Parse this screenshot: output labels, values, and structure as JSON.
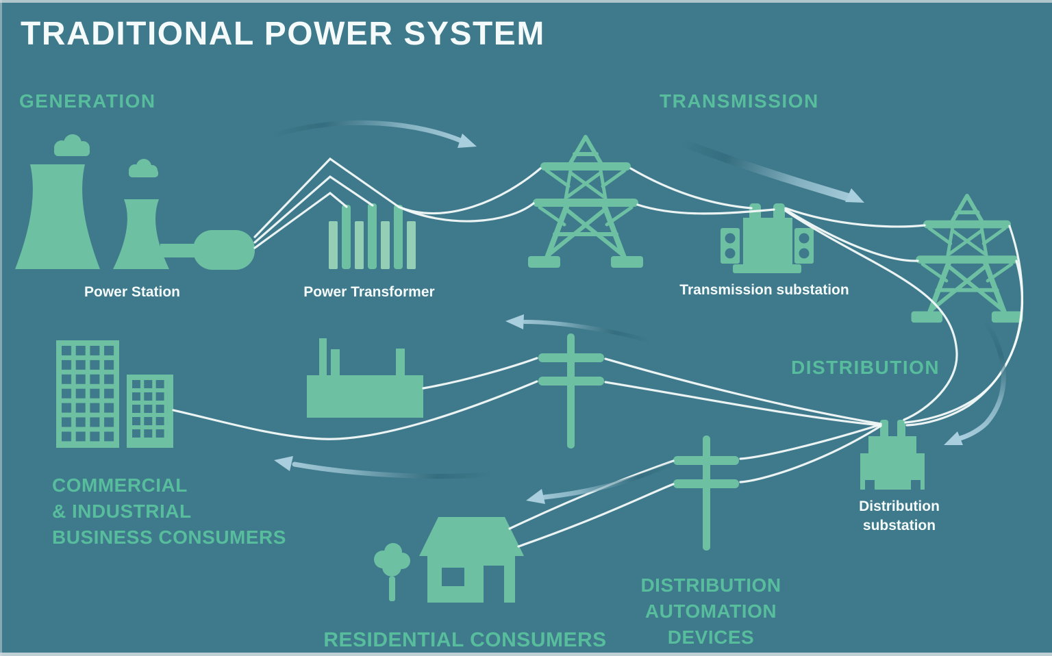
{
  "title": "TRADITIONAL POWER SYSTEM",
  "stages": {
    "generation": {
      "label": "GENERATION"
    },
    "transmission": {
      "label": "TRANSMISSION"
    },
    "distribution": {
      "label": "DISTRIBUTION"
    }
  },
  "nodes": {
    "power_station": {
      "caption": "Power Station",
      "icon": "cooling-towers-generator-icon"
    },
    "power_transformer": {
      "caption": "Power Transformer",
      "icon": "transformer-bars-icon"
    },
    "transmission_substation": {
      "caption": "Transmission substation",
      "icon": "substation-transformer-icon"
    },
    "distribution_substation": {
      "caption_line1": "Distribution",
      "caption_line2": "substation",
      "icon": "distribution-transformer-icon"
    },
    "commercial_consumers": {
      "label_line1": "COMMERCIAL",
      "label_line2": "& INDUSTRIAL",
      "label_line3": "BUSINESS CONSUMERS",
      "icon": "office-buildings-icon"
    },
    "residential_consumers": {
      "label": "RESIDENTIAL CONSUMERS",
      "icon": "house-and-tree-icon"
    },
    "distribution_automation": {
      "label_line1": "DISTRIBUTION",
      "label_line2": "AUTOMATION",
      "label_line3": "DEVICES",
      "icon": "utility-poles-icon"
    }
  },
  "colors": {
    "background": "#3e7a8b",
    "icon_green": "#6ec0a2",
    "icon_green_light": "#93ceb5",
    "heading_green": "#57bd9c",
    "text_white": "#f5fafa",
    "wire_white": "#f2f8f8",
    "arrow_light": "#a9cedd",
    "arrow_dark": "#2c6375",
    "frame_light": "#cdd9dd"
  }
}
